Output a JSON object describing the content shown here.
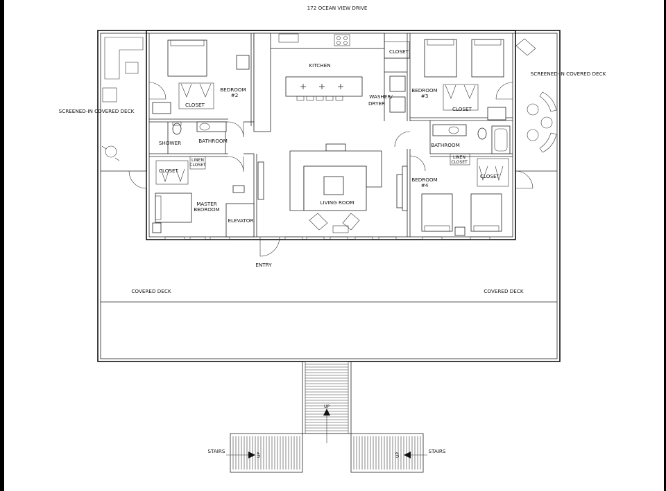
{
  "title": "172 OCEAN VIEW DRIVE",
  "rooms": {
    "kitchen": "KITCHEN",
    "bedroom2": [
      "BEDROOM",
      "#2"
    ],
    "bedroom3": [
      "BEDROOM",
      "#3"
    ],
    "bedroom4": [
      "BEDROOM",
      "#4"
    ],
    "master_bedroom": [
      "MASTER",
      "BEDROOM"
    ],
    "living_room": "LIVING ROOM",
    "elevator": "ELEVATOR",
    "entry": "ENTRY",
    "shower": "SHOWER",
    "bathroom_left": "BATHROOM",
    "bathroom_right": "BATHROOM",
    "closet": "CLOSET",
    "linen_closet": [
      "LINEN",
      "CLOSET"
    ],
    "washer_dryer": [
      "WASHER/",
      "DRYER"
    ],
    "screened_deck_left": "SCREENED-IN COVERED DECK",
    "screened_deck_right": "SCREENED-IN COVERED DECK",
    "covered_deck_left": "COVERED DECK",
    "covered_deck_right": "COVERED DECK"
  },
  "stairs": {
    "label_left": "STAIRS",
    "label_right": "STAIRS",
    "up": "UP"
  }
}
